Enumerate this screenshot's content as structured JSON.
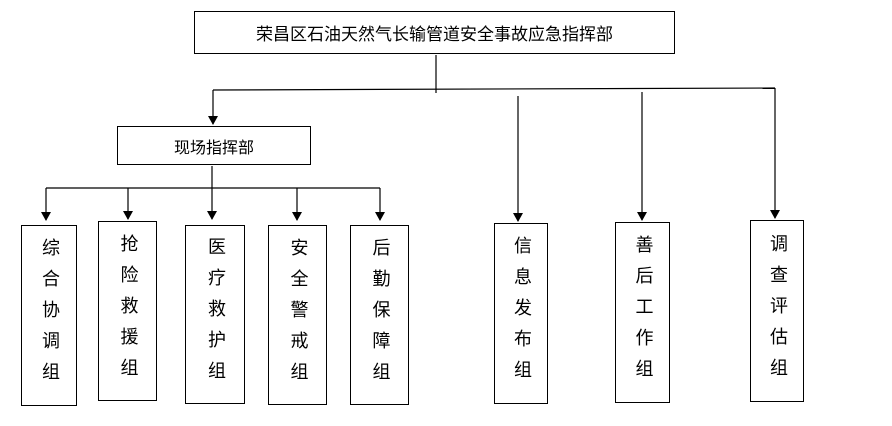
{
  "headquarters": {
    "title": "荣昌区石油天然气长输管道安全事故应急指挥部"
  },
  "site_command": {
    "title": "现场指挥部"
  },
  "site_groups": [
    {
      "label": "综合协调组"
    },
    {
      "label": "抢险救援组"
    },
    {
      "label": "医疗救护组"
    },
    {
      "label": "安全警戒组"
    },
    {
      "label": "后勤保障组"
    }
  ],
  "direct_groups": [
    {
      "label": "信息发布组"
    },
    {
      "label": "善后工作组"
    },
    {
      "label": "调查评估组"
    }
  ]
}
